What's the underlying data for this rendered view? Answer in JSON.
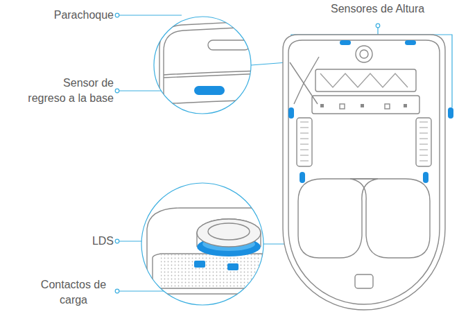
{
  "diagram": {
    "labels": [
      "Parachoque",
      "Sensor de regreso a la base",
      "Sensores de Altura",
      "LDS",
      "Contactos de carga"
    ]
  }
}
